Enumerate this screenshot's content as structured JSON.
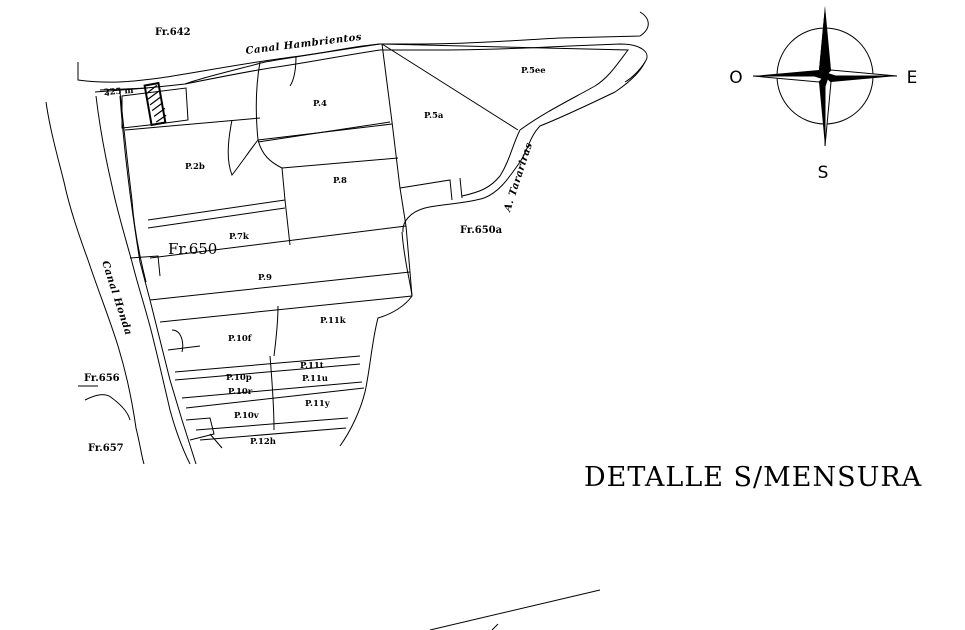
{
  "title": "DETALLE S/MENSURA",
  "fractions": {
    "fr642": "Fr.642",
    "fr650": "Fr.650",
    "fr650a": "Fr.650a",
    "fr656": "Fr.656",
    "fr657": "Fr.657"
  },
  "parcels": {
    "p4": "P.4",
    "p5a": "P.5a",
    "p5ee": "P.5ee",
    "p2b": "P.2b",
    "p8": "P.8",
    "p7k": "P.7k",
    "p9": "P.9",
    "p10f": "P.10f",
    "p11k": "P.11k",
    "p11t": "P.11t",
    "p10p": "P.10p",
    "p11u": "P.11u",
    "p10r": "P.10r",
    "p10v": "P.10v",
    "p11y": "P.11y",
    "p12h": "P.12h"
  },
  "waterways": {
    "canal_hambrientos": "Canal Hambrientos",
    "canal_honda": "Canal Honda",
    "a_tararira": "A. Tarariras"
  },
  "measurement": "225 m",
  "compass": {
    "west": "O",
    "east": "E",
    "south": "S"
  }
}
